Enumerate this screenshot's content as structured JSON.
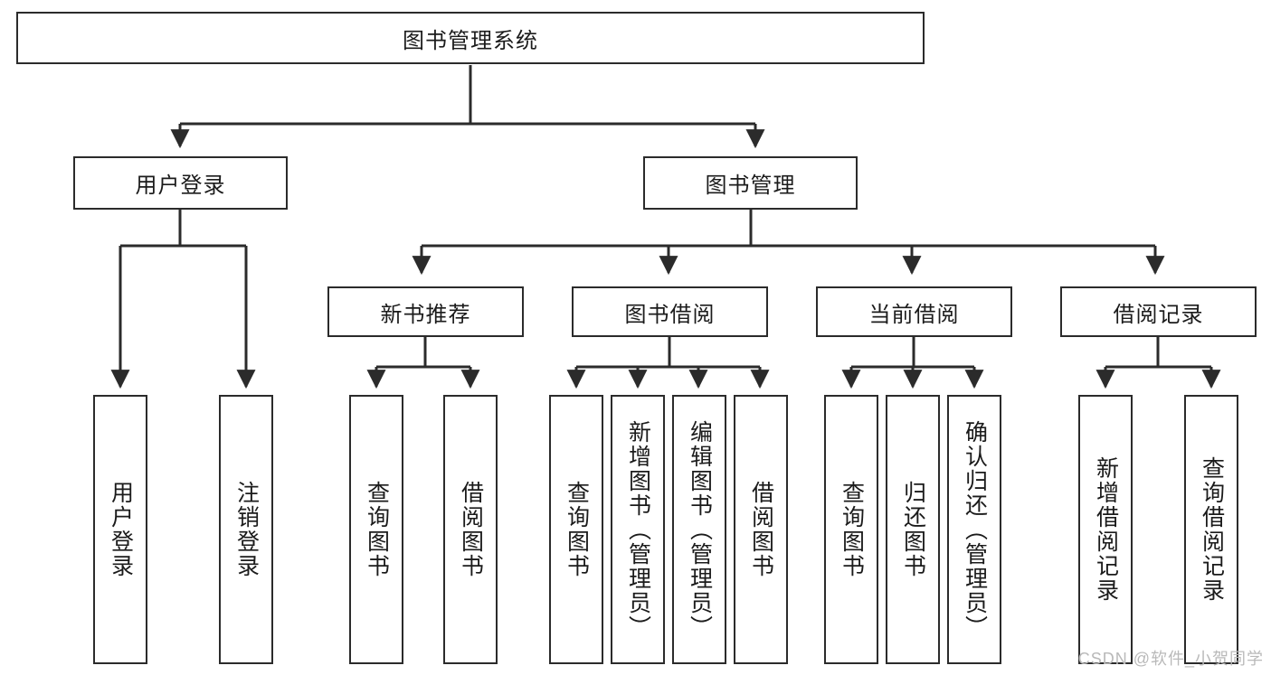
{
  "diagram": {
    "type": "tree-hierarchy",
    "title": "图书管理系统",
    "watermark": "CSDN @软件_小贺同学",
    "colors": {
      "border": "#2b2b2b",
      "background": "#ffffff",
      "text": "#1b1b1b",
      "watermark": "#b9b9b9"
    },
    "nodes": {
      "root": {
        "label": "图书管理系统",
        "level": 1
      },
      "level2": [
        {
          "id": "user-login",
          "label": "用户登录"
        },
        {
          "id": "book-management",
          "label": "图书管理"
        }
      ],
      "level3": [
        {
          "id": "new-book-recommend",
          "label": "新书推荐"
        },
        {
          "id": "book-borrow",
          "label": "图书借阅"
        },
        {
          "id": "current-borrow",
          "label": "当前借阅"
        },
        {
          "id": "borrow-record",
          "label": "借阅记录"
        }
      ],
      "leaves": {
        "user-login": [
          {
            "id": "leaf-user-login",
            "label": "用户登录"
          },
          {
            "id": "leaf-logout",
            "label": "注销登录"
          }
        ],
        "new-book-recommend": [
          {
            "id": "leaf-query-book-1",
            "label": "查询图书"
          },
          {
            "id": "leaf-borrow-book-1",
            "label": "借阅图书"
          }
        ],
        "book-borrow": [
          {
            "id": "leaf-query-book-2",
            "label": "查询图书"
          },
          {
            "id": "leaf-add-book",
            "label": "新增图书（管理员）"
          },
          {
            "id": "leaf-edit-book",
            "label": "编辑图书（管理员）"
          },
          {
            "id": "leaf-borrow-book-2",
            "label": "借阅图书"
          }
        ],
        "current-borrow": [
          {
            "id": "leaf-query-book-3",
            "label": "查询图书"
          },
          {
            "id": "leaf-return-book",
            "label": "归还图书"
          },
          {
            "id": "leaf-confirm-return",
            "label": "确认归还（管理员）"
          }
        ],
        "borrow-record": [
          {
            "id": "leaf-add-record",
            "label": "新增借阅记录"
          },
          {
            "id": "leaf-query-record",
            "label": "查询借阅记录"
          }
        ]
      }
    }
  }
}
